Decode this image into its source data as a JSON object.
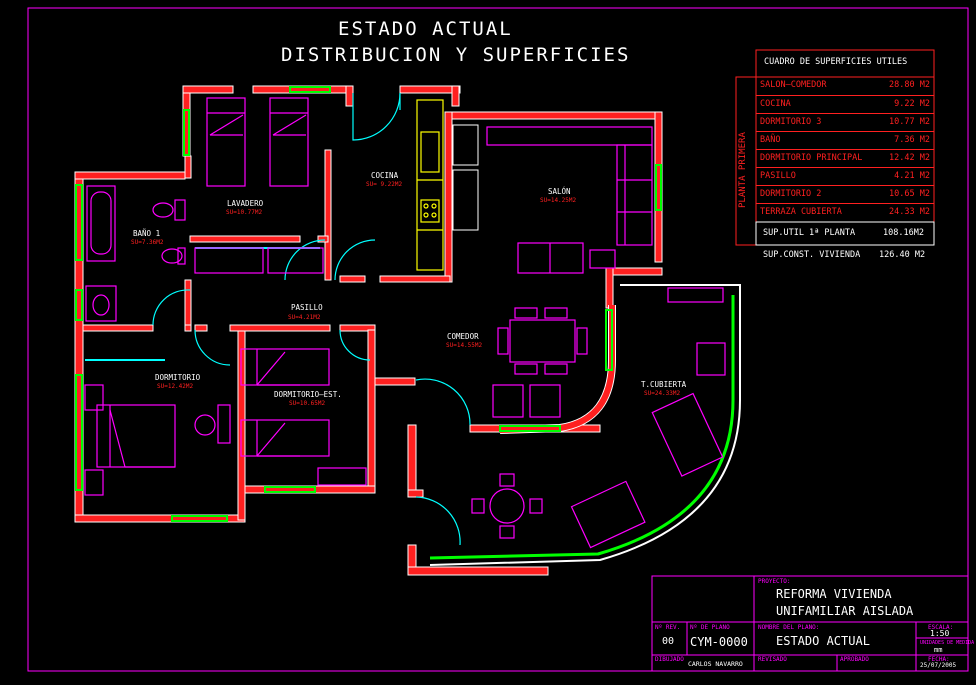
{
  "title": {
    "line1": "ESTADO ACTUAL",
    "line2": "DISTRIBUCION Y SUPERFICIES"
  },
  "rooms": [
    {
      "name": "LAVADERO",
      "area": "SU=10.77M2"
    },
    {
      "name": "COCINA",
      "area": "SU= 9.22M2"
    },
    {
      "name": "SALÓN",
      "area": "SU=14.25M2"
    },
    {
      "name": "BAÑO 1",
      "area": "SU=7.36M2"
    },
    {
      "name": "PASILLO",
      "area": "SU=4.21M2"
    },
    {
      "name": "COMEDOR",
      "area": "SU=14.55M2"
    },
    {
      "name": "DORMITORIO",
      "area": "SU=12.42M2"
    },
    {
      "name": "DORMITORIO–EST.",
      "area": "SU=10.65M2"
    },
    {
      "name": "T.CUBIERTA",
      "area": "SU=24.33M2"
    }
  ],
  "surface_table": {
    "header": "CUADRO DE SUPERFICIES UTILES",
    "side_label": "PLANTA PRIMERA",
    "rows": [
      {
        "name": "SALON–COMEDOR",
        "value": "28.80 M2"
      },
      {
        "name": "COCINA",
        "value": "9.22 M2"
      },
      {
        "name": "DORMITORIO 3",
        "value": "10.77 M2"
      },
      {
        "name": "BAÑO",
        "value": "7.36 M2"
      },
      {
        "name": "DORMITORIO PRINCIPAL",
        "value": "12.42 M2"
      },
      {
        "name": "PASILLO",
        "value": "4.21 M2"
      },
      {
        "name": "DORMITORIO 2",
        "value": "10.65 M2"
      },
      {
        "name": "TERRAZA CUBIERTA",
        "value": "24.33 M2"
      }
    ],
    "total_label": "SUP.UTIL 1ª PLANTA",
    "total_value": "108.16M2",
    "const_label": "SUP.CONST. VIVIENDA",
    "const_value": "126.40 M2"
  },
  "title_block": {
    "proyecto_label": "PROYECTO:",
    "proyecto_line1": "REFORMA VIVIENDA",
    "proyecto_line2": "UNIFAMILIAR AISLADA",
    "rev_label": "Nº REV.",
    "rev_value": "00",
    "plano_label": "Nº DE PLANO",
    "plano_value": "CYM-0000",
    "nombre_label": "NOMBRE DEL PLANO:",
    "nombre_value": "ESTADO ACTUAL",
    "escala_label": "ESCALA:",
    "escala_value": "1:50",
    "unidades_label": "UNIDADES DE MEDIDA",
    "unidades_value": "mm",
    "fecha_label": "FECHA:",
    "fecha_value": "25/07/2005",
    "dibujo_label": "DIBUJADO",
    "dibujo_value": "CARLOS NAVARRO",
    "revisado_label": "REVISADO",
    "aprobado_label": "APROBADO"
  },
  "colors": {
    "background": "#000000",
    "wall": "#ffffff",
    "wall_fill": "#ff2020",
    "furniture": "#ff00ff",
    "door": "#00ffff",
    "window": "#00ff00",
    "kitchen": "#ffff00",
    "frame": "#ff00ff"
  }
}
